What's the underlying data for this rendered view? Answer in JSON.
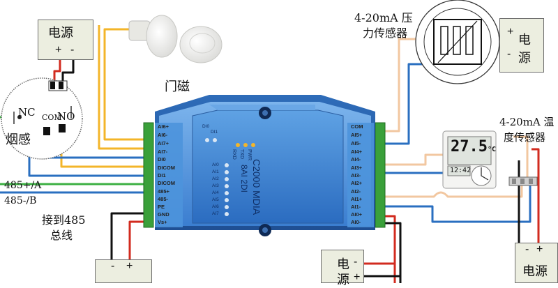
{
  "psu_top_left": {
    "title": "电源",
    "plus": "+",
    "minus": "-"
  },
  "psu_top_right": {
    "title_line1": "电",
    "title_line2": "源",
    "plus": "+",
    "minus": "-"
  },
  "psu_bottom_left": {
    "minus": "-",
    "plus": "+"
  },
  "psu_bottom_mid": {
    "title_line1": "电",
    "title_line2": "源",
    "mark_top": "-",
    "mark_bottom": "+"
  },
  "psu_bottom_right": {
    "title": "电源",
    "minus": "-",
    "plus": "+"
  },
  "labels": {
    "door_magnet": "门磁",
    "smoke": "烟感",
    "nc": "NC",
    "com": "COM",
    "no": "NO",
    "pressure_line1": "4-20mA 压",
    "pressure_line2": "力传感器",
    "temp_line1": "4-20mA 温",
    "temp_line2": "度传感器",
    "bus_a": "485+/A",
    "bus_b": "485-/B",
    "bus_note_line1": "接到485",
    "bus_note_line2": "总线"
  },
  "module": {
    "model": "C2000 MDIA",
    "spec": "8AI 2DI",
    "left_terminals": [
      "AI6+",
      "AI6-",
      "AI7+",
      "AI7-",
      "DI0",
      "DICOM",
      "DI1",
      "DICOM",
      "485+",
      "485-",
      "PE",
      "GND",
      "Vs+"
    ],
    "right_terminals": [
      "COM",
      "AI5+",
      "AI5-",
      "AI4+",
      "AI4-",
      "AI3+",
      "AI3-",
      "AI2+",
      "AI2-",
      "AI1+",
      "AI1-",
      "AI0+",
      "AI0-"
    ],
    "leds_top": [
      "RXD",
      "TXD",
      "PWR"
    ],
    "leds_ai": [
      "AI0",
      "AI1",
      "AI2",
      "AI3",
      "AI4",
      "AI5",
      "AI6",
      "AI7"
    ],
    "leds_di": [
      "DI0",
      "DI1"
    ]
  },
  "temp_display": {
    "reading": "27.5",
    "unit": "°C",
    "time": "12:42"
  },
  "colors": {
    "module_blue": "#3f86cf",
    "terminal_green": "#3aa03a",
    "wire_red": "#d22b1f",
    "wire_black": "#111111",
    "wire_blue": "#2a6fc0",
    "wire_yellow": "#f3b529",
    "wire_orange": "#f2c7a0",
    "wire_green": "#3cb043"
  }
}
